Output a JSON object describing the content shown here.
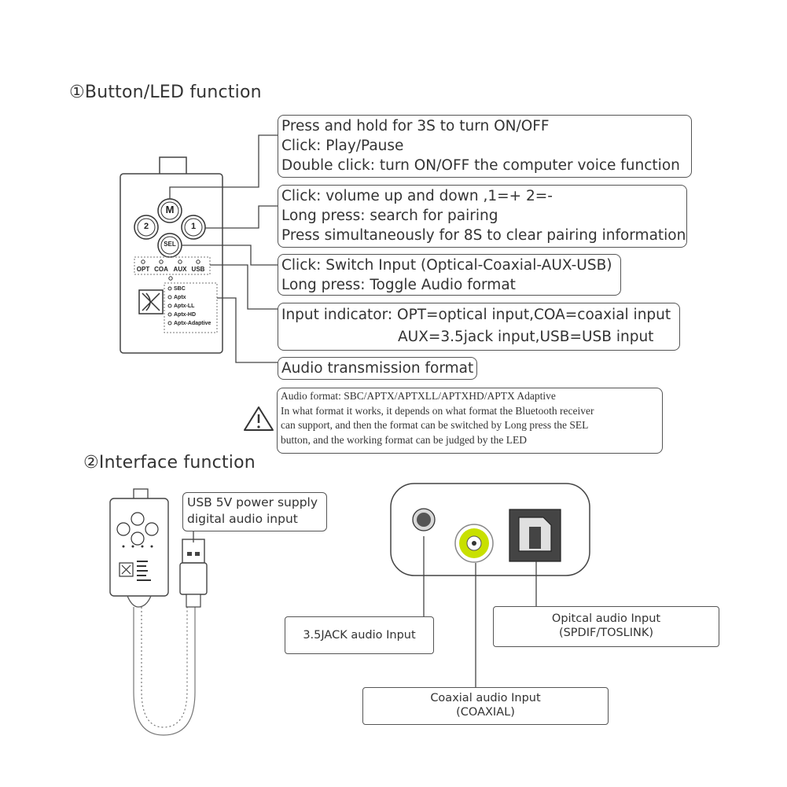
{
  "section1": {
    "title": "①Button/LED function"
  },
  "section2": {
    "title": "②Interface function"
  },
  "callouts": {
    "m_button": [
      "Press and hold for 3S to turn ON/OFF",
      "Click: Play/Pause",
      "Double click: turn ON/OFF the computer voice function"
    ],
    "vol_buttons": [
      "Click: volume up and down ,1=+  2=-",
      "Long press: search for pairing",
      "Press simultaneously for 8S to clear pairing information"
    ],
    "sel_button": [
      "Click: Switch Input (Optical-Coaxial-AUX-USB)",
      "Long press: Toggle Audio format"
    ],
    "input_indicator": [
      "Input indicator: OPT=optical input,COA=coaxial input",
      "AUX=3.5jack input,USB=USB input"
    ],
    "format_indicator": "Audio transmission format"
  },
  "note": {
    "lines": [
      "Audio format: SBC/APTX/APTXLL/APTXHD/APTX Adaptive",
      "In what format it works, it depends on what format the Bluetooth receiver",
      "can support, and then the format can be switched by Long press the SEL",
      "button, and the working format can be judged by the  LED"
    ]
  },
  "device": {
    "button_m": "M",
    "button_sel": "SEL",
    "button_1": "1",
    "button_2": "2",
    "inputs": [
      "OPT",
      "COA",
      "AUX",
      "USB"
    ],
    "formats": [
      "SBC",
      "Aptx",
      "Aptx-LL",
      "Aptx-HD",
      "Aptx-Adaptive"
    ]
  },
  "interface": {
    "usb_label": [
      "USB 5V power supply",
      "digital audio input"
    ],
    "jack_label": "3.5JACK audio Input",
    "coax_label": [
      "Coaxial audio Input",
      "(COAXIAL)"
    ],
    "optical_label": [
      "Opitcal audio Input",
      "(SPDIF/TOSLINK)"
    ]
  },
  "colors": {
    "coax_ring": "#c8e000",
    "line": "#444444"
  }
}
